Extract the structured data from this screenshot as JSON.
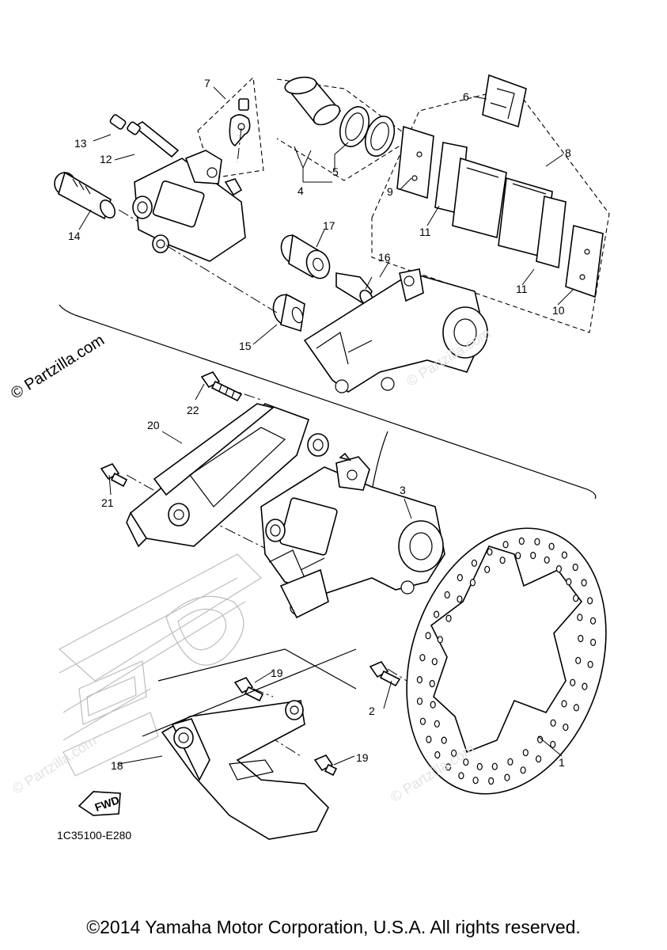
{
  "diagram": {
    "callouts": [
      "1",
      "2",
      "3",
      "4",
      "5",
      "6",
      "7",
      "8",
      "9",
      "10",
      "11",
      "12",
      "13",
      "14",
      "15",
      "16",
      "17",
      "18",
      "19",
      "20",
      "21",
      "22"
    ],
    "fwd_label": "FWD",
    "diagram_code": "1C35100-E280",
    "watermark": "© Partzilla.com",
    "copyright": "©2014 Yamaha Motor Corporation, U.S.A. All rights reserved."
  }
}
